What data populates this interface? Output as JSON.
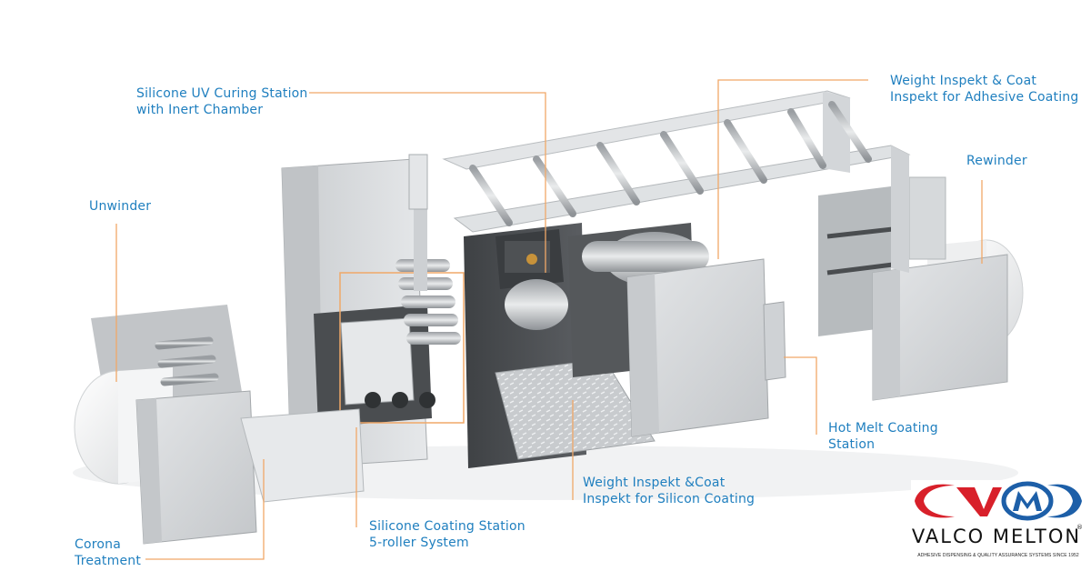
{
  "labels": {
    "silicone_uv": [
      "Silicone UV Curing Station",
      "with Inert Chamber"
    ],
    "weight_adhesive": [
      "Weight Inspekt & Coat",
      "Inspekt for Adhesive Coating"
    ],
    "rewinder": [
      "Rewinder"
    ],
    "unwinder": [
      "Unwinder"
    ],
    "hot_melt": [
      "Hot Melt Coating",
      "Station"
    ],
    "weight_silicon": [
      "Weight Inspekt &Coat",
      "Inspekt for Silicon Coating"
    ],
    "silicone_coating": [
      "Silicone Coating Station",
      "5-roller System"
    ],
    "corona": [
      "Corona",
      "Treatment"
    ]
  },
  "logo": {
    "brand": "VALCO MELTON",
    "tagline": "ADHESIVE DISPENSING & QUALITY ASSURANCE SYSTEMS SINCE 1952",
    "registered": "®"
  },
  "colors": {
    "label_text": "#1f7fbf",
    "leader_line": "#f0a868",
    "logo_red": "#d8202a",
    "logo_blue": "#1d5fa8",
    "machine_light": "#dcdfe1",
    "machine_mid": "#b9bdc0",
    "machine_dark": "#4a4d50"
  }
}
